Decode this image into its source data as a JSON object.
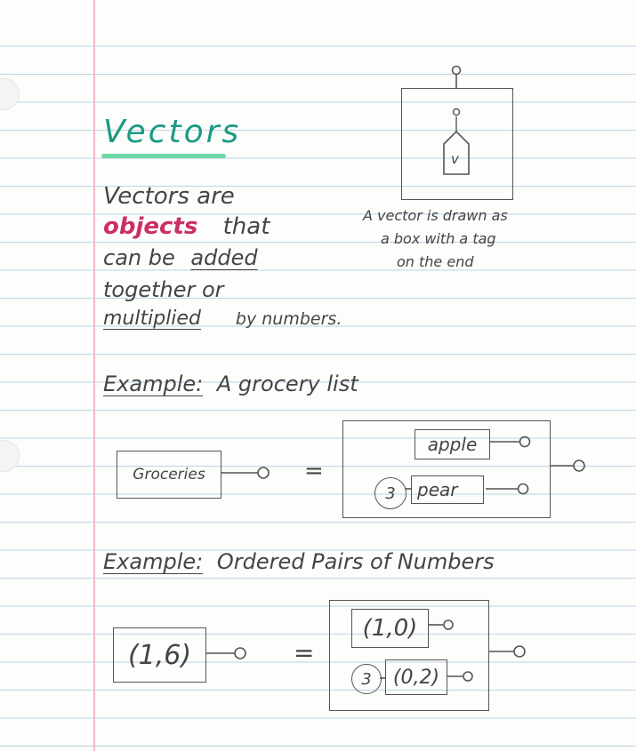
{
  "title": "Vectors",
  "intro": {
    "line1": "Vectors are",
    "objects_word": "objects",
    "line2_rest": "that",
    "line3_pre": "can be",
    "added_word": "added",
    "line4": "together or",
    "multiplied_word": "multiplied",
    "line5_rest": "by numbers."
  },
  "diagram": {
    "tag_label": "v",
    "caption_line1": "A vector is drawn as",
    "caption_line2": "a box with a tag",
    "caption_line3": "on the end"
  },
  "example1": {
    "label": "Example:",
    "heading": "A grocery list",
    "left_box": "Groceries",
    "equals": "=",
    "item1": "apple",
    "coefficient": "3",
    "item2": "pear"
  },
  "example2": {
    "label": "Example:",
    "heading": "Ordered Pairs of Numbers",
    "left_box": "(1,6)",
    "equals": "=",
    "item1": "(1,0)",
    "coefficient": "3",
    "item2": "(0,2)"
  }
}
